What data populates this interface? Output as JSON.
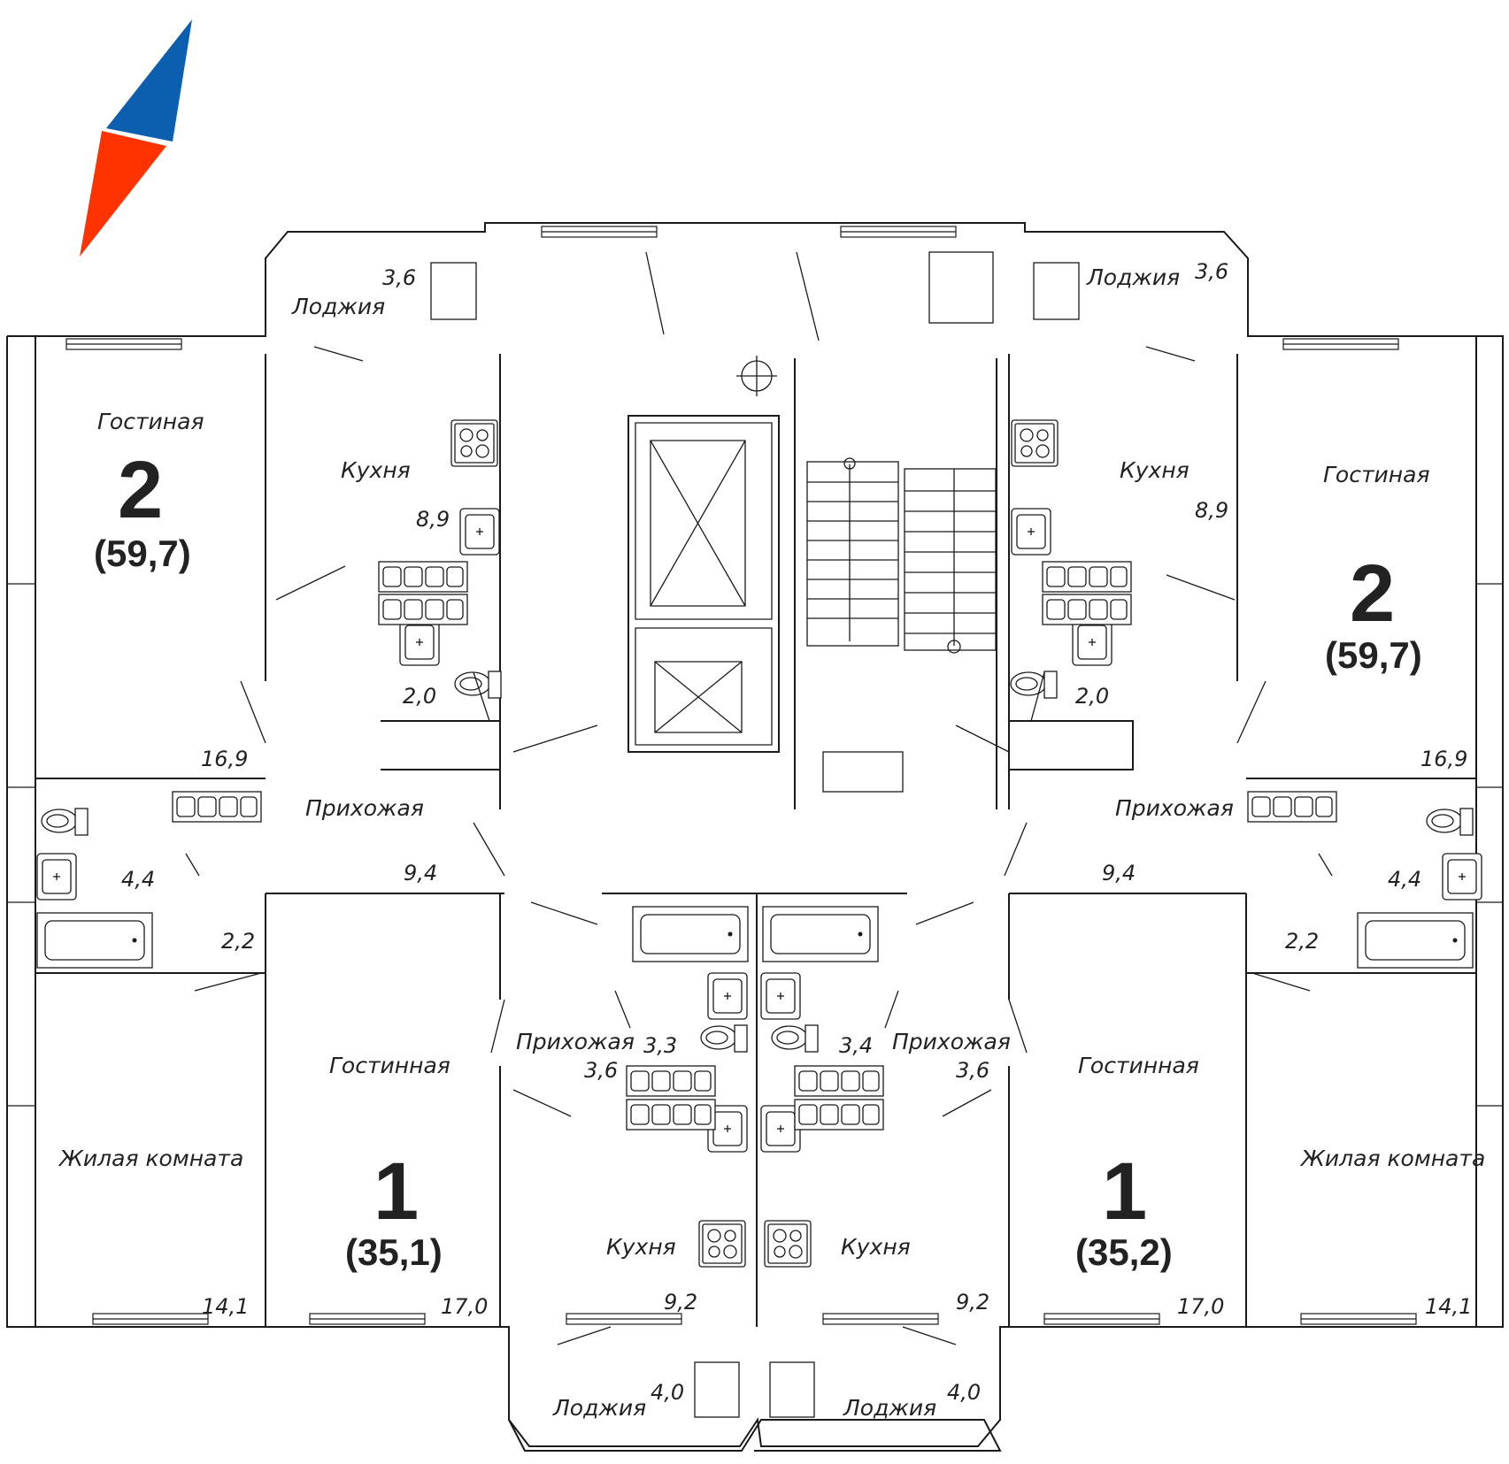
{
  "colors": {
    "compass_north": "#0b5fae",
    "compass_south": "#ff3300",
    "lines": "#1a1a1a"
  },
  "apartments": {
    "nw": {
      "rooms": "2",
      "total": "(59,7)"
    },
    "ne": {
      "rooms": "2",
      "total": "(59,7)"
    },
    "sw": {
      "rooms": "1",
      "total": "(35,1)"
    },
    "se": {
      "rooms": "1",
      "total": "(35,2)"
    }
  },
  "labels": {
    "living": "Гостиная",
    "living_alt": "Гостинная",
    "kitchen": "Кухня",
    "loggia": "Лоджия",
    "hall": "Прихожая",
    "living_room": "Жилая комната"
  },
  "areas": {
    "nw_loggia": "3,6",
    "nw_kitchen": "8,9",
    "nw_living": "16,9",
    "nw_wc": "2,0",
    "nw_bath": "4,4",
    "nw_closet": "2,2",
    "nw_hall": "9,4",
    "nw_bedroom": "14,1",
    "ne_loggia": "3,6",
    "ne_kitchen": "8,9",
    "ne_living": "16,9",
    "ne_wc": "2,0",
    "ne_bath": "4,4",
    "ne_closet": "2,2",
    "ne_hall": "9,4",
    "ne_bedroom": "14,1",
    "sw_living": "17,0",
    "sw_bath": "3,3",
    "sw_hall": "3,6",
    "sw_kitchen": "9,2",
    "sw_loggia": "4,0",
    "se_living": "17,0",
    "se_bath": "3,4",
    "se_hall": "3,6",
    "se_kitchen": "9,2",
    "se_loggia": "4,0"
  }
}
